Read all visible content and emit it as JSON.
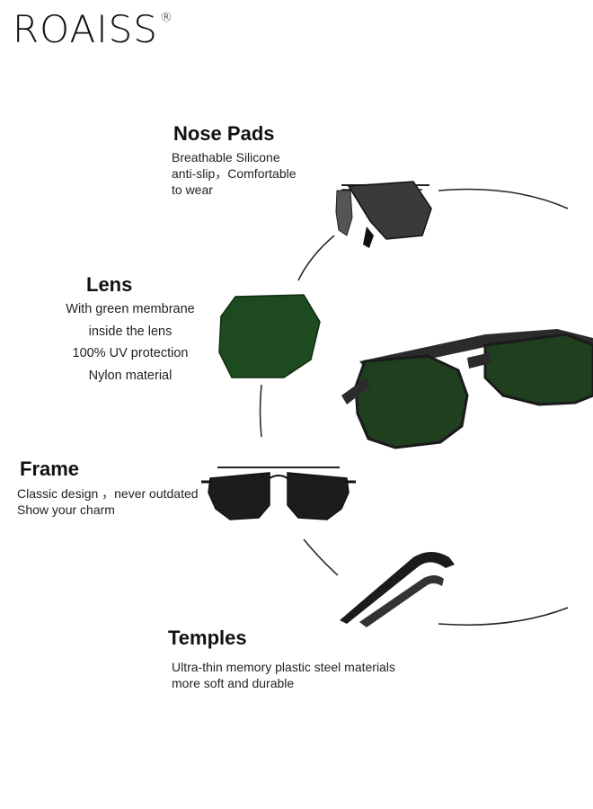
{
  "brand": {
    "name": "ROAISS",
    "mark": "®"
  },
  "nose_pads": {
    "title": "Nose Pads",
    "lines": [
      "Breathable Silicone",
      "anti-slip，Comfortable",
      "to wear"
    ]
  },
  "lens": {
    "title": "Lens",
    "lines": [
      "With green membrane",
      "inside the lens",
      "100% UV protection",
      "Nylon material"
    ]
  },
  "frame": {
    "title": "Frame",
    "lines": [
      "Classic design ，never outdated",
      "Show your charm"
    ]
  },
  "temples": {
    "title": "Temples",
    "lines": [
      "Ultra-thin memory plastic steel materials",
      "more soft and durable"
    ]
  },
  "colors": {
    "lens_green": "#1d4a1f",
    "lens_dark": "#2a2a2a",
    "frame_metal": "#2b2b2b"
  }
}
